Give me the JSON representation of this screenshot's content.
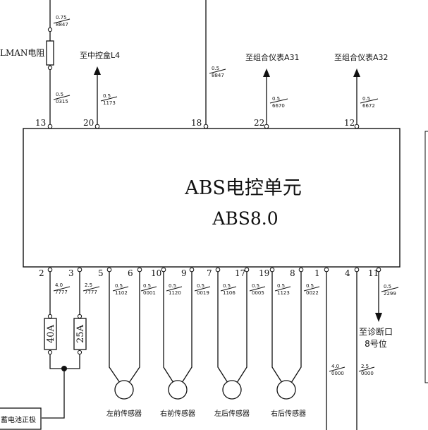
{
  "module": {
    "title": "ABS电控单元",
    "subtitle": "ABS8.0"
  },
  "top_pins": [
    {
      "pin": "13",
      "wire_size": "0.5",
      "wire_code": "0315"
    },
    {
      "pin": "20",
      "wire_size": "0.5",
      "wire_code": "1173",
      "dest": "至中控盒L4"
    },
    {
      "pin": "18",
      "wire_size": "0.5",
      "wire_code": "8847"
    },
    {
      "pin": "22",
      "wire_size": "0.5",
      "wire_code": "6670",
      "dest": "至组合仪表A31"
    },
    {
      "pin": "12",
      "wire_size": "0.5",
      "wire_code": "6672",
      "dest": "至组合仪表A32"
    }
  ],
  "upper_wire": {
    "size": "0.75",
    "code": "8847"
  },
  "resistor_label": "LMAN电阻",
  "bottom_pins": [
    {
      "pin": "2",
      "wire_size": "4.0",
      "wire_code": "7777"
    },
    {
      "pin": "3",
      "wire_size": "2.5",
      "wire_code": "7777"
    },
    {
      "pin": "5",
      "wire_size": "0.5",
      "wire_code": "1102"
    },
    {
      "pin": "6",
      "wire_size": "0.5",
      "wire_code": "0001"
    },
    {
      "pin": "10",
      "wire_size": "0.5",
      "wire_code": "1120"
    },
    {
      "pin": "9",
      "wire_size": "0.5",
      "wire_code": "0019"
    },
    {
      "pin": "7",
      "wire_size": "0.5",
      "wire_code": "1106"
    },
    {
      "pin": "17",
      "wire_size": "0.5",
      "wire_code": "0005"
    },
    {
      "pin": "19",
      "wire_size": "0.5",
      "wire_code": "1123"
    },
    {
      "pin": "8",
      "wire_size": "0.5",
      "wire_code": "0022"
    },
    {
      "pin": "1",
      "wire_size": "4.0",
      "wire_code": "0000"
    },
    {
      "pin": "4",
      "wire_size": "2.5",
      "wire_code": "0000"
    },
    {
      "pin": "11",
      "wire_size": "0.5",
      "wire_code": "2299"
    }
  ],
  "fuses": [
    {
      "rating": "40A"
    },
    {
      "rating": "25A"
    }
  ],
  "sensors": [
    {
      "label": "左前传感器"
    },
    {
      "label": "右前传感器"
    },
    {
      "label": "左后传感器"
    },
    {
      "label": "右后传感器"
    }
  ],
  "diag_dest": {
    "line1": "至诊断口",
    "line2": "8号位"
  },
  "battery_label": "蓄电池正极"
}
